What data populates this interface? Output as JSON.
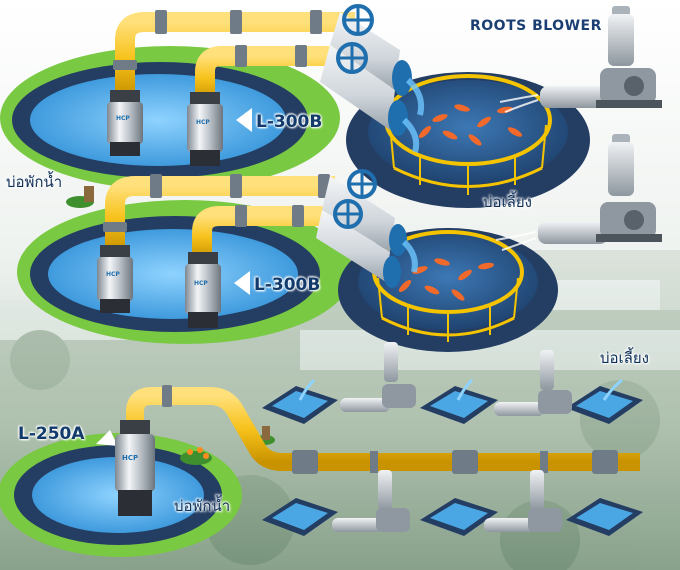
{
  "labels": {
    "roots_blower": "ROOTS BLOWER",
    "pump_top": "L-300B",
    "pump_middle": "L-300B",
    "pump_bottom": "L-250A",
    "reservoir_top": "บ่อพักน้ำ",
    "reservoir_bottom": "บ่อพักน้ำ",
    "culture_pond_middle": "บ่อเลี้ยง",
    "culture_pond_right": "บ่อเลี้ยง",
    "pump_brand": "HCP"
  },
  "colors": {
    "pipe_yellow": "#f7c21b",
    "pipe_joint": "#6f7b87",
    "pond_green": "#7ac943",
    "pond_frame": "#243d63",
    "water_blue": "#4ba7e3",
    "culture_pond": "#2f5f95",
    "ring_yellow": "#f5c400",
    "valve_blue": "#1f6fae",
    "outlet_pipe": "#d9dee3",
    "label_navy": "#123a6b"
  },
  "icons": [
    "submersible-pump-icon",
    "valve-wheel-icon",
    "roots-blower-icon",
    "shrimp-icon",
    "flower-bush-icon"
  ]
}
